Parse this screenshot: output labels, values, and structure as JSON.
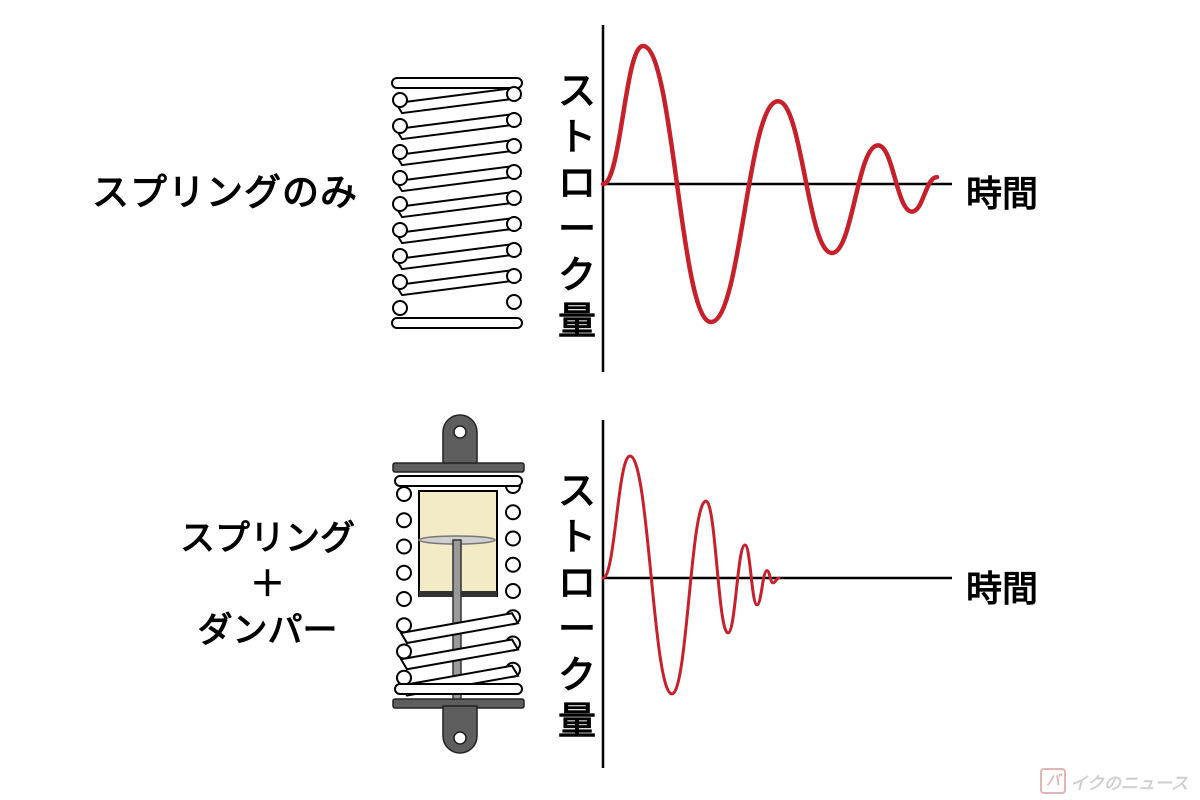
{
  "labels": {
    "spring_only": "スプリングのみ",
    "spring_damper_line1": "スプリング",
    "spring_damper_line2": "＋",
    "spring_damper_line3": "ダンパー"
  },
  "axes": {
    "y_label_chars": [
      "ス",
      "ト",
      "ロ",
      "ー",
      "ク",
      "量"
    ],
    "x_label": "時間"
  },
  "watermark": {
    "logo_char": "バ",
    "text": "イクのニュース"
  },
  "colors": {
    "wave": "#c8202a",
    "axis": "#000000",
    "spring_coil": "#000000",
    "plate": "#555555",
    "damper_body": "#f3ebc6"
  },
  "chart_data": [
    {
      "type": "line",
      "series": [
        {
          "wave": "damped-oscillation",
          "peaks": [
            1.0,
            -1.0,
            0.6,
            -0.5,
            0.28,
            -0.2
          ],
          "end": 0.05
        }
      ],
      "ylabel": "ストローク量",
      "xlabel": "時間",
      "grid": false
    },
    {
      "type": "line",
      "series": [
        {
          "wave": "damped-oscillation",
          "peaks": [
            1.0,
            -0.95,
            0.63,
            -0.45,
            0.27,
            -0.22,
            0.06,
            -0.04
          ],
          "end": 0.0
        }
      ],
      "ylabel": "ストローク量",
      "xlabel": "時間",
      "grid": false
    }
  ]
}
